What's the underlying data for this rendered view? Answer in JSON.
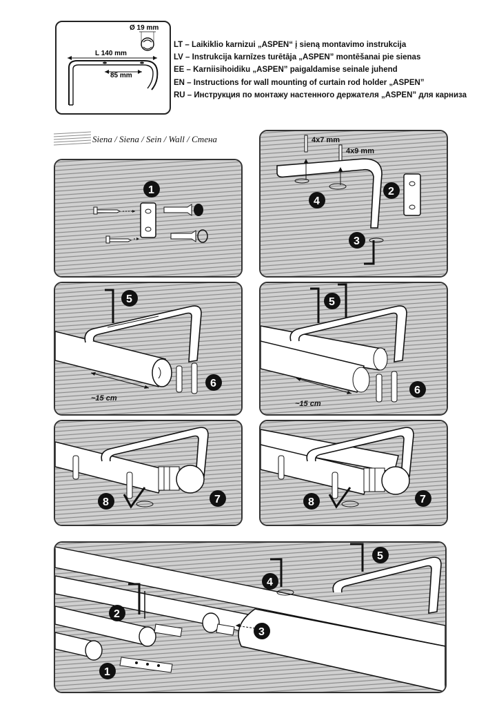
{
  "spec": {
    "diameter": "Ø 19 mm",
    "length": "L 140 mm",
    "spacing": "85 mm"
  },
  "titles": [
    "LT – Laikiklio karnizui „ASPEN“ į sieną montavimo instrukcija",
    "LV – Instrukcija karnīzes turētāja „ASPEN” montēšanai pie sienas",
    "EE – Karniisihoidiku „ASPEN” paigaldamise seinale juhend",
    "EN – Instructions for wall mounting of curtain rod holder „ASPEN”",
    "RU – Инструкция по монтажу настенного держателя „ASPEN” для карниза"
  ],
  "legend": "Siena / Siena / Sein / Wall / Стена",
  "panel2": {
    "screw_a": "4x7 mm",
    "screw_b": "4x9 mm"
  },
  "distance": "~15 cm",
  "steps": {
    "s1": "1",
    "s2": "2",
    "s3": "3",
    "s4": "4",
    "s5": "5",
    "s6": "6",
    "s7": "7",
    "s8": "8"
  },
  "colors": {
    "wall_fill": "#d0d0d0",
    "wall_hatch": "#8a8a8a",
    "badge": "#111111"
  }
}
